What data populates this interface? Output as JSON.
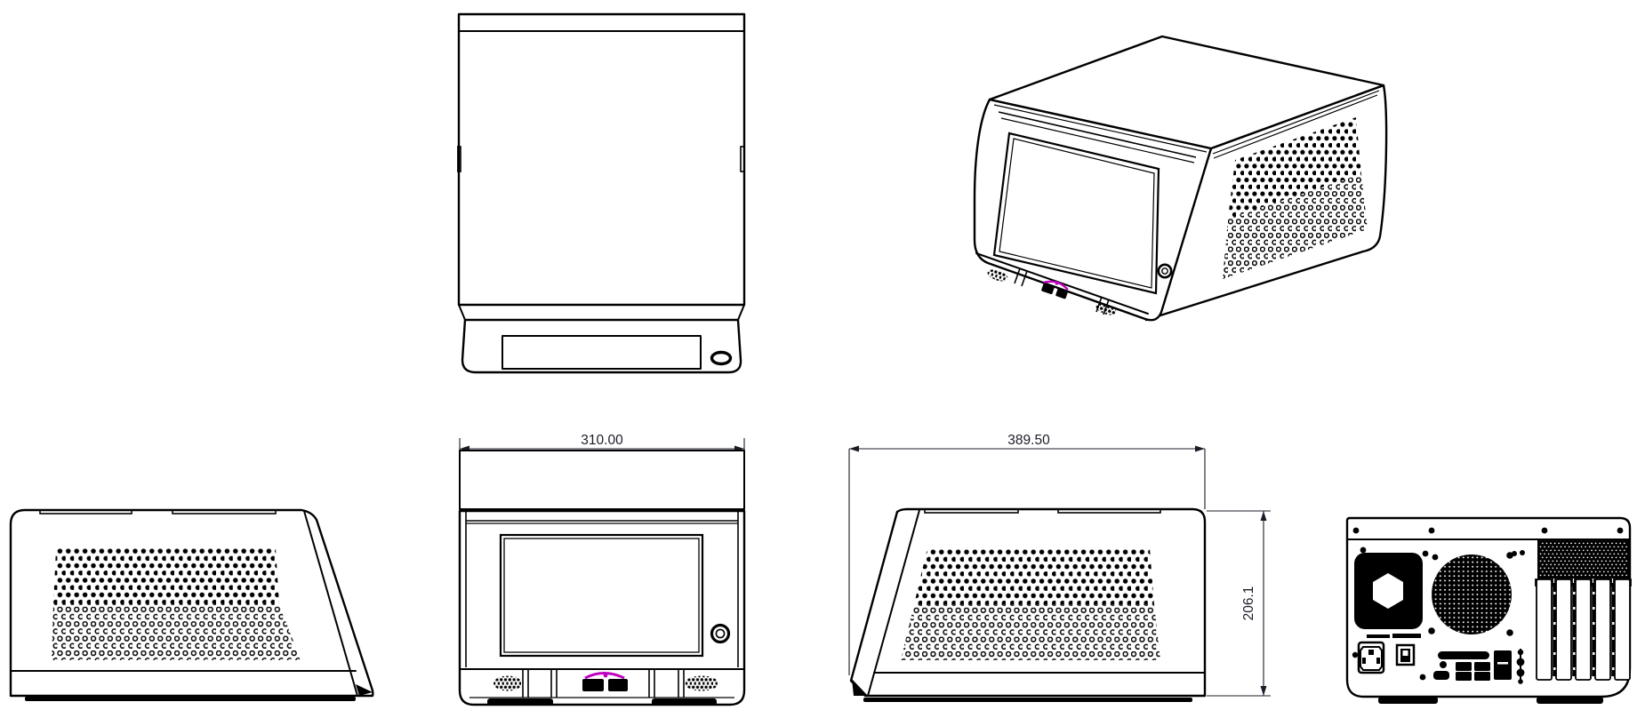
{
  "page": {
    "background": "#ffffff"
  },
  "drawing": {
    "line_color": "#000000",
    "accent_color": "#bf00bf",
    "dimension_text_color": "#1c1c28",
    "views": {
      "front": {
        "dim_width": "310.00"
      },
      "right_side": {
        "dim_depth": "389.50",
        "dim_height": "206.1"
      }
    }
  }
}
